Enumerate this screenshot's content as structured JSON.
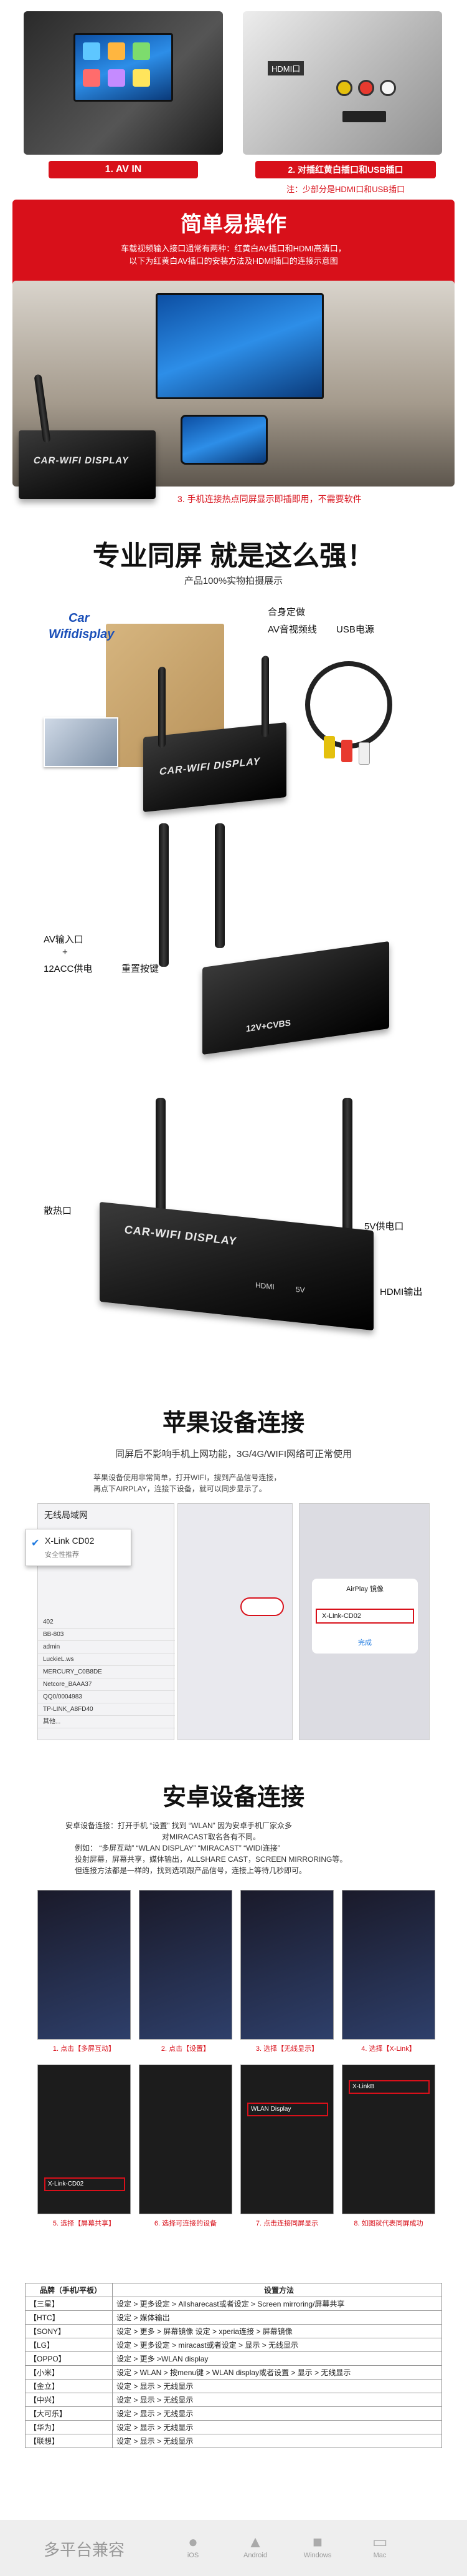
{
  "section1": {
    "label_left": "1. AV IN",
    "label_right": "2. 对插红黄白插口和USB插口",
    "hdmi_tag": "HDMI口",
    "note": "注：少部分是HDMI口和USB插口"
  },
  "section2": {
    "title": "简单易操作",
    "desc_line1": "车载视频输入接口通常有两种：红黄白AV插口和HDMI高清口，",
    "desc_line2": "以下为红黄白AV插口的安装方法及HDMI插口的连接示意图",
    "step3": "3. 手机连接热点同屏显示即插即用，不需要软件"
  },
  "section3": {
    "title": "专业同屏 就是这么强！",
    "subtitle": "产品100%实物拍摄展示",
    "box_brand_line1": "Car",
    "box_brand_line2": "Wifidisplay",
    "label_a": "合身定做",
    "label_b": "AV音视频线",
    "label_c": "USB电源"
  },
  "section4": {
    "label_av": "AV输入口",
    "label_plus": "+",
    "label_acc": "12ACC供电",
    "label_reset": "重置按键",
    "port_tag": "12V+CVBS",
    "device_text": "CAR-WIFI DISPLAY"
  },
  "section5": {
    "label_fan": "散热口",
    "label_5v": "5V供电口",
    "label_hdmi": "HDMI输出",
    "port_hdmi": "HDMI",
    "port_5v": "5V"
  },
  "section6": {
    "title": "苹果设备连接",
    "subtitle": "同屏后不影响手机上网功能，3G/4G/WIFI网络可正常使用",
    "desc_line1": "苹果设备使用非常简单，打开WIFI，搜到产品信号连接，",
    "desc_line2": "再点下AIRPLAY，连接下设备，就可以同步显示了。",
    "wifi_header": "无线局域网",
    "wifi_selected": "X-Link CD02",
    "wifi_selected_sub": "安全性推荐",
    "wifi_list": [
      "402",
      "BB-803",
      "admin",
      "LuckieL.ws",
      "MERCURY_C0B8DE",
      "Netcore_BAAA37",
      "QQ0/0004983",
      "TP-LINK_A8FD40",
      "其他..."
    ],
    "airplay_title": "AirPlay 镜像",
    "airplay_device": "X-Link-CD02",
    "airplay_done": "完成"
  },
  "section7": {
    "title": "安卓设备连接",
    "desc_line1": "安卓设备连接：打开手机 “设置” 找到 “WLAN” 因为安卓手机厂家众多",
    "desc_line2": "对MIRACAST取名各有不同。",
    "desc_line3": "例如： “多屏互动” “WLAN DISPLAY” “MIRACAST” “WIDI连接”",
    "desc_line4": "投射屏幕，屏幕共享，媒体输出，ALLSHARE CAST，SCREEN MIRRORING等。",
    "desc_line5": "但连接方法都是一样的，找到选项跟产品信号，连接上等待几秒即可。",
    "captions_row1": [
      "1. 点击【多屏互动】",
      "2. 点击【设置】",
      "3. 选择【无线显示】",
      "4. 选择【X-Link】"
    ],
    "captions_row2": [
      "5. 选择【屏幕共享】",
      "6. 选择可连接的设备",
      "7. 点击连接同屏显示",
      "8. 如图就代表同屏成功"
    ],
    "screen_names": [
      "X-Link-CD02",
      "X-LinkB",
      "WLAN Display"
    ]
  },
  "brand_table": {
    "header_brand": "品牌（手机/平板）",
    "header_method": "设置方法",
    "rows": [
      [
        "【三星】",
        "设定 > 更多设定 > Allsharecast或者设定 > Screen mirroring/屏幕共享"
      ],
      [
        "【HTC】",
        "设定 > 媒体输出"
      ],
      [
        "【SONY】",
        "设定 > 更多 > 屏幕镜像 设定 > xperia连接 > 屏幕镜像"
      ],
      [
        "【LG】",
        "设定 > 更多设定 > miracast或者设定 > 显示 > 无线显示"
      ],
      [
        "【OPPO】",
        "设定 > 更多 >WLAN display"
      ],
      [
        "【小米】",
        "设定 > WLAN > 按menu键 > WLAN display或者设置 > 显示 > 无线显示"
      ],
      [
        "【金立】",
        "设定 > 显示 > 无线显示"
      ],
      [
        "【中兴】",
        "设定 > 显示 > 无线显示"
      ],
      [
        "【大可乐】",
        "设定 > 显示 > 无线显示"
      ],
      [
        "【华为】",
        "设定 > 显示 > 无线显示"
      ],
      [
        "【联想】",
        "设定 > 显示 > 无线显示"
      ]
    ]
  },
  "footer": {
    "title": "多平台兼容",
    "platforms": [
      "iOS",
      "Android",
      "Windows",
      "Mac"
    ]
  },
  "colors": {
    "brand_red": "#d8101a"
  }
}
